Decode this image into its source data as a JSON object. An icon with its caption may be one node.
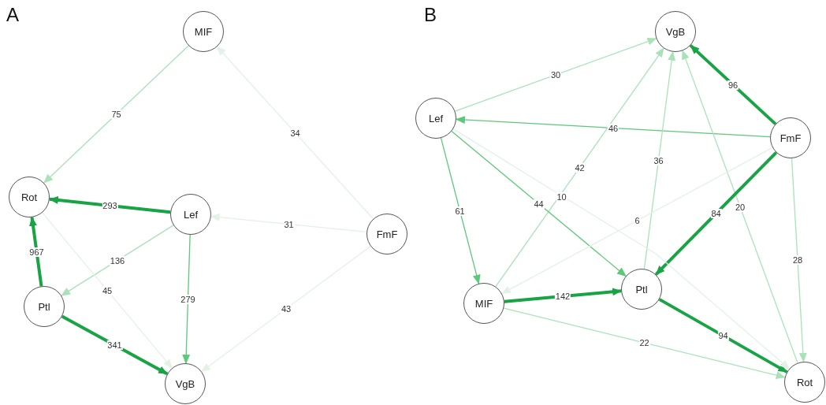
{
  "diagram": {
    "nodes": [
      {
        "text": [
          "MIF"
        ]
      },
      {
        "text": [
          "Rot"
        ]
      },
      {
        "text": [
          "Lef"
        ]
      },
      {
        "text": [
          "FmF"
        ]
      },
      {
        "text": [
          "Ptl"
        ]
      },
      {
        "text": [
          "VgB"
        ]
      },
      {
        "text": [
          "VgB"
        ]
      },
      {
        "text": [
          "Lef"
        ]
      },
      {
        "text": [
          "FmF"
        ]
      },
      {
        "text": [
          "MIF"
        ]
      },
      {
        "text": [
          "Ptl"
        ]
      },
      {
        "text": [
          "Rot"
        ]
      }
    ],
    "edges": [
      {
        "from": 0,
        "to": 1,
        "arrow": "to",
        "label": "75",
        "color": "#a9e2b8"
      },
      {
        "from": 3,
        "to": 0,
        "arrow": "to",
        "label": "34",
        "color": "#e2f2e6"
      },
      {
        "from": 2,
        "to": 1,
        "arrow": "to",
        "label": "293",
        "style": "thick",
        "color": "#18a444"
      },
      {
        "from": 3,
        "to": 2,
        "arrow": "to",
        "label": "31",
        "color": "#e2f2e6"
      },
      {
        "from": 2,
        "to": 4,
        "arrow": "to",
        "label": "136",
        "color": "#a9e2b8"
      },
      {
        "from": 2,
        "to": 5,
        "arrow": "to",
        "label": "279"
      },
      {
        "from": 4,
        "to": 1,
        "arrow": "to",
        "label": "967",
        "style": "thick",
        "color": "#18a444"
      },
      {
        "from": 4,
        "to": 5,
        "arrow": "to",
        "label": "341",
        "style": "thick",
        "color": "#18a444"
      },
      {
        "from": 1,
        "to": 5,
        "arrow": "to",
        "label": "45",
        "color": "#e2f2e6"
      },
      {
        "from": 3,
        "to": 5,
        "arrow": "to",
        "label": "43",
        "color": "#e2f2e6"
      },
      {
        "from": 7,
        "to": 6,
        "arrow": "to",
        "label": "30",
        "color": "#a9e2b8"
      },
      {
        "from": 8,
        "to": 6,
        "arrow": "to",
        "label": "96",
        "style": "thick",
        "color": "#18a444"
      },
      {
        "from": 8,
        "to": 7,
        "arrow": "to",
        "label": "46"
      },
      {
        "from": 9,
        "to": 6,
        "arrow": "to",
        "label": "42",
        "color": "#a9e2b8"
      },
      {
        "from": 10,
        "to": 6,
        "arrow": "to",
        "label": "36",
        "color": "#a9e2b8"
      },
      {
        "from": 11,
        "to": 6,
        "arrow": "to",
        "label": "20",
        "color": "#a9e2b8"
      },
      {
        "from": 7,
        "to": 9,
        "arrow": "to",
        "label": "61"
      },
      {
        "from": 7,
        "to": 10,
        "arrow": "to",
        "label": "44"
      },
      {
        "from": 8,
        "to": 10,
        "arrow": "to",
        "label": "84",
        "style": "thick",
        "color": "#18a444"
      },
      {
        "from": 8,
        "to": 11,
        "arrow": "to",
        "label": "28",
        "color": "#a9e2b8"
      },
      {
        "from": 9,
        "to": 10,
        "arrow": "to",
        "label": "142",
        "style": "thick",
        "color": "#18a444"
      },
      {
        "from": 10,
        "to": 11,
        "arrow": "to",
        "label": "94",
        "style": "thick",
        "color": "#18a444"
      },
      {
        "from": 9,
        "to": 11,
        "arrow": "to",
        "label": "22",
        "color": "#a9e2b8"
      },
      {
        "from": 8,
        "to": 9,
        "arrow": "to",
        "label": "6",
        "color": "#e2f2e6"
      },
      {
        "from": 7,
        "to": 11,
        "arrow": "to",
        "label": "10",
        "color": "#e2f2e6"
      }
    ],
    "labels": [
      "A",
      "B"
    ]
  }
}
